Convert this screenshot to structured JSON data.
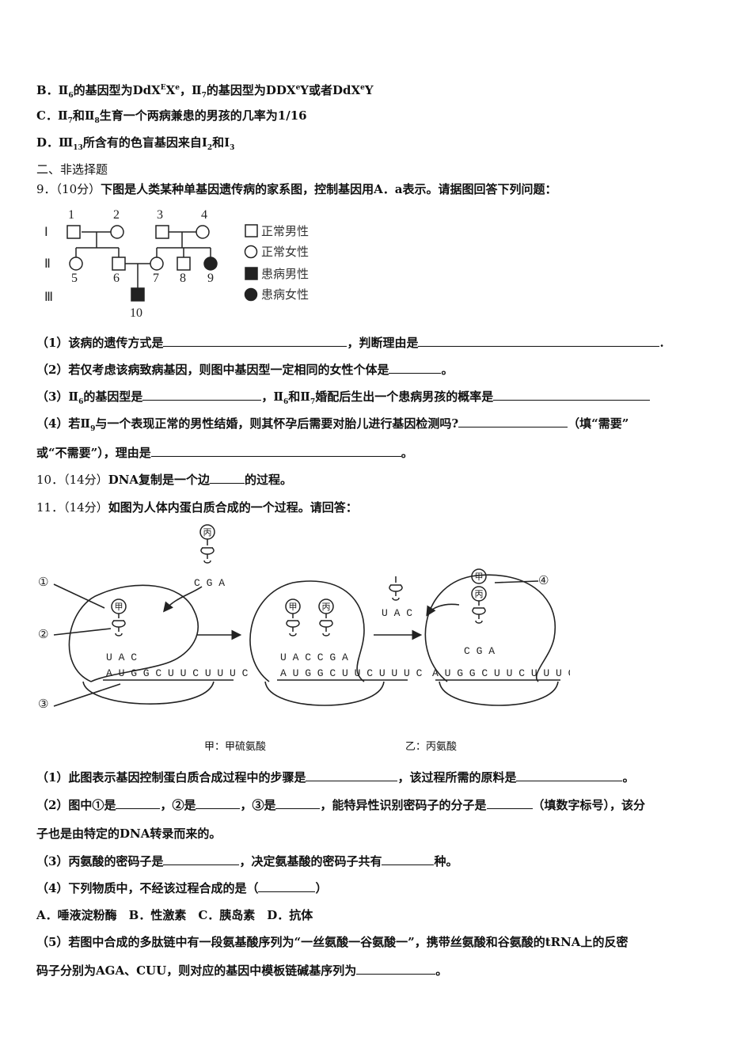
{
  "lines": {
    "b_prefix": "B．Ⅱ",
    "b_text1": "的基因型为DdX",
    "b_sup1": "E",
    "b_text2": "X",
    "b_sup2": "e",
    "b_text3": "，Ⅱ",
    "b_text4": "的基因型为DDX",
    "b_text5": "Y或者DdX",
    "b_text6": "Y",
    "sub6": "6",
    "sub7": "7",
    "sub8": "8",
    "sub13": "13",
    "c_prefix": "C．Ⅱ",
    "c_text1": "和Ⅱ",
    "c_text2": "生育一个两病兼患的男孩的几率为1/16",
    "d_prefix": "D．Ⅲ",
    "d_text": "所含有的色盲基因来自I",
    "d_and": "和I",
    "sub2": "2",
    "sub3": "3",
    "section2": "二、非选择题",
    "q9_num": "9．（10分）",
    "q9_text": "下图是人类某种单基因遗传病的家系图，控制基因用A．a表示。请据图回答下列问题：",
    "q9_1a": "（1）该病的遗传方式是",
    "q9_1b": "，判断理由是",
    "q9_2": "（2）若仅考虑该病致病基因，则图中基因型一定相同的女性个体是",
    "q9_2end": "。",
    "q9_3a": "（3）Ⅱ",
    "q9_3b": "的基因型是",
    "q9_3c": "，Ⅱ",
    "q9_3d": "和Ⅱ",
    "q9_3e": "婚配后生出一个患病男孩的概率是",
    "q9_4a": "（4）若Ⅱ",
    "sub9": "9",
    "q9_4b": "与一个表现正常的男性结婚，则其怀孕后需要对胎儿进行基因检测吗?",
    "q9_4c": "（填“需要”",
    "q9_4d": "或“不需要”），理由是",
    "q10_num": "10．（14分）",
    "q10_text": "DNA复制是一个边",
    "q10_end": "的过程。",
    "q11_num": "11．（14分）",
    "q11_text": "如图为人体内蛋白质合成的一个过程。请回答：",
    "q11_1a": "（1）此图表示基因控制蛋白质合成过程中的步骤是",
    "q11_1b": "，该过程所需的原料是",
    "q11_2a": "（2）图中①是",
    "q11_2b": "，②是",
    "q11_2c": "，③是",
    "q11_2d": "，能特异性识别密码子的分子是",
    "q11_2e": "（填数字标号），该分",
    "q11_2f": "子也是由特定的DNA转录而来的。",
    "q11_3a": "（3）丙氨酸的密码子是",
    "q11_3b": "，决定氨基酸的密码子共有",
    "q11_3c": "种。",
    "q11_4a": "（4）下列物质中，不经该过程合成的是（",
    "q11_4b": "）",
    "q11_opts": "A．唾液淀粉酶　B．性激素　C．胰岛素　D．抗体",
    "q11_5a": "（5）若图中合成的多肽链中有一段氨基酸序列为“一丝氨酸一谷氨酸一”，携带丝氨酸和谷氨酸的tRNA上的反密",
    "q11_5b": "码子分别为AGA、CUU，则对应的基因中模板链碱基序列为",
    "q11_5end": "。"
  },
  "pedigree": {
    "gen1": "Ⅰ",
    "gen2": "Ⅱ",
    "gen3": "Ⅲ",
    "n1": "1",
    "n2": "2",
    "n3": "3",
    "n4": "4",
    "n5": "5",
    "n6": "6",
    "n7": "7",
    "n8": "8",
    "n9": "9",
    "n10": "10",
    "legend_normal_male": "正常男性",
    "legend_normal_female": "正常女性",
    "legend_affected_male": "患病男性",
    "legend_affected_female": "患病女性"
  },
  "protein_figure": {
    "label1": "①",
    "label2": "②",
    "label3": "③",
    "label4": "④",
    "jia": "甲",
    "bing": "丙",
    "cga": "C G A",
    "uac": "U A C",
    "uaccga": "U A C C G A",
    "mrna": "A U G G C U U C U U U C",
    "caption_jia": "甲：甲硫氨酸",
    "caption_yi": "乙：丙氨酸"
  }
}
